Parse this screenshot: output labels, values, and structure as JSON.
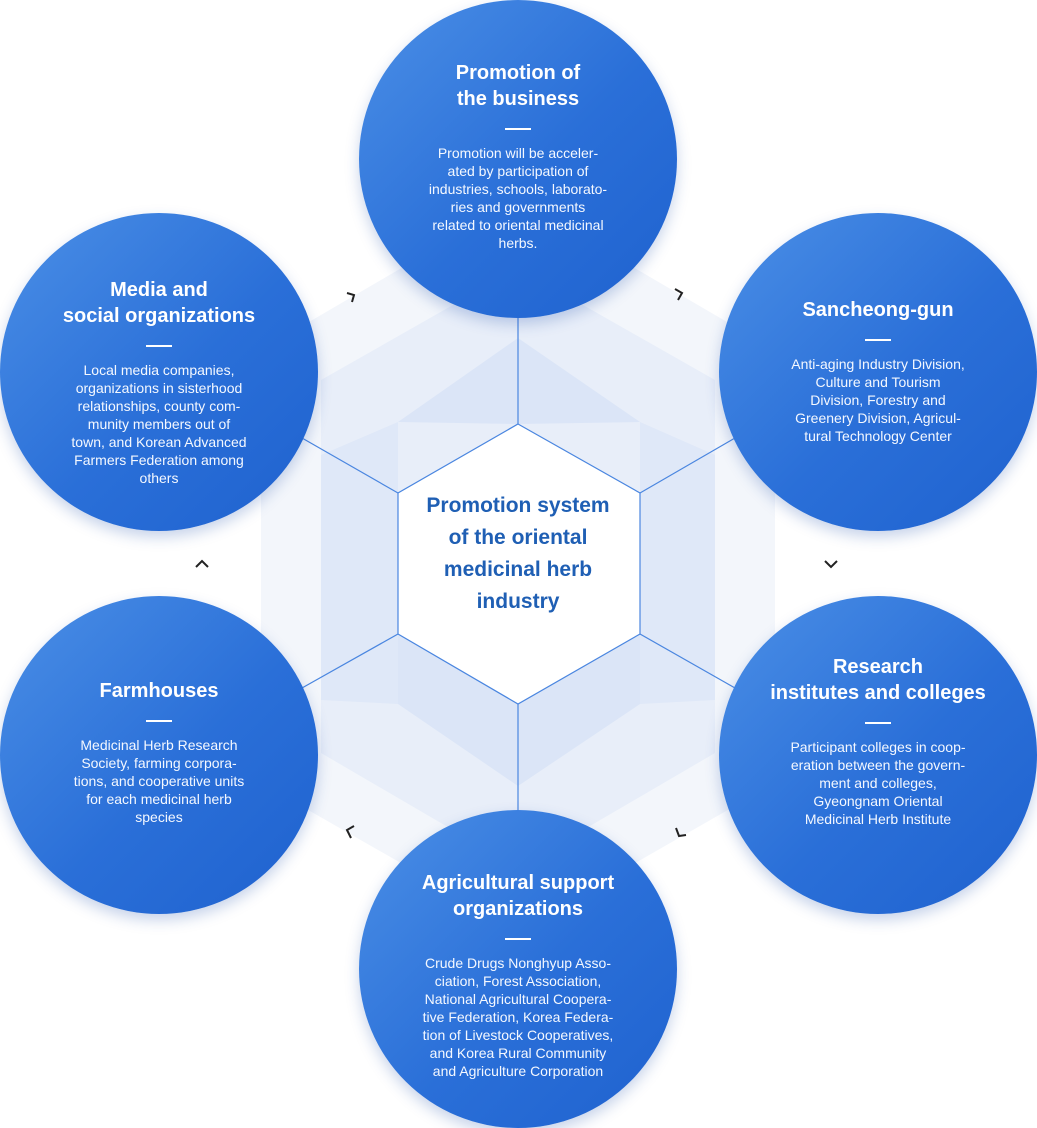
{
  "center": {
    "title": "Promotion system\nof the oriental\nmedicinal herb\nindustry"
  },
  "nodes": {
    "top": {
      "title": "Promotion of\nthe business",
      "description": "Promotion will be acceler-\nated by participation of\nindustries, schools, laborato-\nries and governments\nrelated to oriental medicinal\nherbs."
    },
    "upper_right": {
      "title": "Sancheong-gun",
      "description": "Anti-aging Industry Division,\nCulture and Tourism\nDivision, Forestry and\nGreenery Division, Agricul-\ntural Technology Center"
    },
    "lower_right": {
      "title": "Research\ninstitutes and colleges",
      "description": "Participant colleges in coop-\neration between the govern-\nment and colleges,\nGyeongnam Oriental\nMedicinal Herb Institute"
    },
    "bottom": {
      "title": "Agricultural support\norganizations",
      "description": "Crude Drugs Nonghyup Asso-\nciation, Forest Association,\nNational Agricultural Coopera-\ntive Federation, Korea Federa-\ntion of Livestock Cooperatives,\nand Korea Rural Community\nand Agriculture Corporation"
    },
    "lower_left": {
      "title": "Farmhouses",
      "description": "Medicinal Herb Research\nSociety, farming corpora-\ntions, and cooperative units\nfor each medicinal herb\nspecies"
    },
    "upper_left": {
      "title": "Media and\nsocial organizations",
      "description": "Local media companies,\norganizations in sisterhood\nrelationships, county com-\nmunity members out of\ntown, and Korean Advanced\nFarmers Federation among\nothers"
    }
  },
  "colors": {
    "circle_start": "#4b8fe6",
    "circle_end": "#1f62cf",
    "center_text": "#1f5fb4",
    "hexagon_outer": "#f3f6fb",
    "hexagon_middle": "#e6edf9",
    "hexagon_inner": "#dbe5f7",
    "connector_line": "#4a86e0",
    "arrow": "#222222"
  },
  "icons": {
    "flow_arrow": "chevron-arrow-icon"
  }
}
